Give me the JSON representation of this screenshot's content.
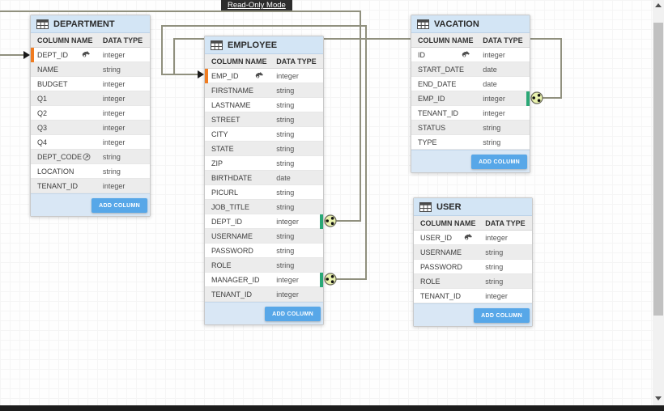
{
  "banner": {
    "label": "Read-Only Mode"
  },
  "buttons": {
    "add_column": "ADD COLUMN"
  },
  "column_headers": [
    "COLUMN NAME",
    "DATA TYPE"
  ],
  "tables": [
    {
      "title": "DEPARTMENT",
      "columns": [
        {
          "name": "DEPT_ID",
          "type": "integer",
          "primary_key": true,
          "marker_left": "orange"
        },
        {
          "name": "NAME",
          "type": "string"
        },
        {
          "name": "BUDGET",
          "type": "integer"
        },
        {
          "name": "Q1",
          "type": "integer"
        },
        {
          "name": "Q2",
          "type": "integer"
        },
        {
          "name": "Q3",
          "type": "integer"
        },
        {
          "name": "Q4",
          "type": "integer"
        },
        {
          "name": "DEPT_CODE",
          "type": "string",
          "icon": "circled-arrow"
        },
        {
          "name": "LOCATION",
          "type": "string"
        },
        {
          "name": "TENANT_ID",
          "type": "integer"
        }
      ]
    },
    {
      "title": "EMPLOYEE",
      "columns": [
        {
          "name": "EMP_ID",
          "type": "integer",
          "primary_key": true,
          "marker_left": "orange"
        },
        {
          "name": "FIRSTNAME",
          "type": "string"
        },
        {
          "name": "LASTNAME",
          "type": "string"
        },
        {
          "name": "STREET",
          "type": "string"
        },
        {
          "name": "CITY",
          "type": "string"
        },
        {
          "name": "STATE",
          "type": "string"
        },
        {
          "name": "ZIP",
          "type": "string"
        },
        {
          "name": "BIRTHDATE",
          "type": "date"
        },
        {
          "name": "PICURL",
          "type": "string"
        },
        {
          "name": "JOB_TITLE",
          "type": "string"
        },
        {
          "name": "DEPT_ID",
          "type": "integer",
          "marker_right": "green"
        },
        {
          "name": "USERNAME",
          "type": "string"
        },
        {
          "name": "PASSWORD",
          "type": "string"
        },
        {
          "name": "ROLE",
          "type": "string"
        },
        {
          "name": "MANAGER_ID",
          "type": "integer",
          "marker_right": "green"
        },
        {
          "name": "TENANT_ID",
          "type": "integer"
        }
      ]
    },
    {
      "title": "VACATION",
      "columns": [
        {
          "name": "ID",
          "type": "integer",
          "primary_key": true
        },
        {
          "name": "START_DATE",
          "type": "date"
        },
        {
          "name": "END_DATE",
          "type": "date"
        },
        {
          "name": "EMP_ID",
          "type": "integer",
          "marker_right": "green"
        },
        {
          "name": "TENANT_ID",
          "type": "integer"
        },
        {
          "name": "STATUS",
          "type": "string"
        },
        {
          "name": "TYPE",
          "type": "string"
        }
      ]
    },
    {
      "title": "USER",
      "columns": [
        {
          "name": "USER_ID",
          "type": "integer",
          "primary_key": true
        },
        {
          "name": "USERNAME",
          "type": "string"
        },
        {
          "name": "PASSWORD",
          "type": "string"
        },
        {
          "name": "ROLE",
          "type": "string"
        },
        {
          "name": "TENANT_ID",
          "type": "integer"
        }
      ]
    }
  ],
  "connections": [
    {
      "from": "EMPLOYEE.DEPT_ID",
      "to": "DEPARTMENT.DEPT_ID"
    },
    {
      "from": "EMPLOYEE.MANAGER_ID",
      "to": "EMPLOYEE.EMP_ID"
    },
    {
      "from": "VACATION.EMP_ID",
      "to": "EMPLOYEE.EMP_ID"
    }
  ],
  "colors": {
    "table_header_bg": "#d3e5f5",
    "add_button_bg": "#57a7e8",
    "primary_key_marker": "#f07c21",
    "foreign_key_marker": "#2aa876",
    "wire": "#90907e",
    "connector_fill": "#e9f2ad",
    "badge_bg": "#2d2d2d"
  }
}
